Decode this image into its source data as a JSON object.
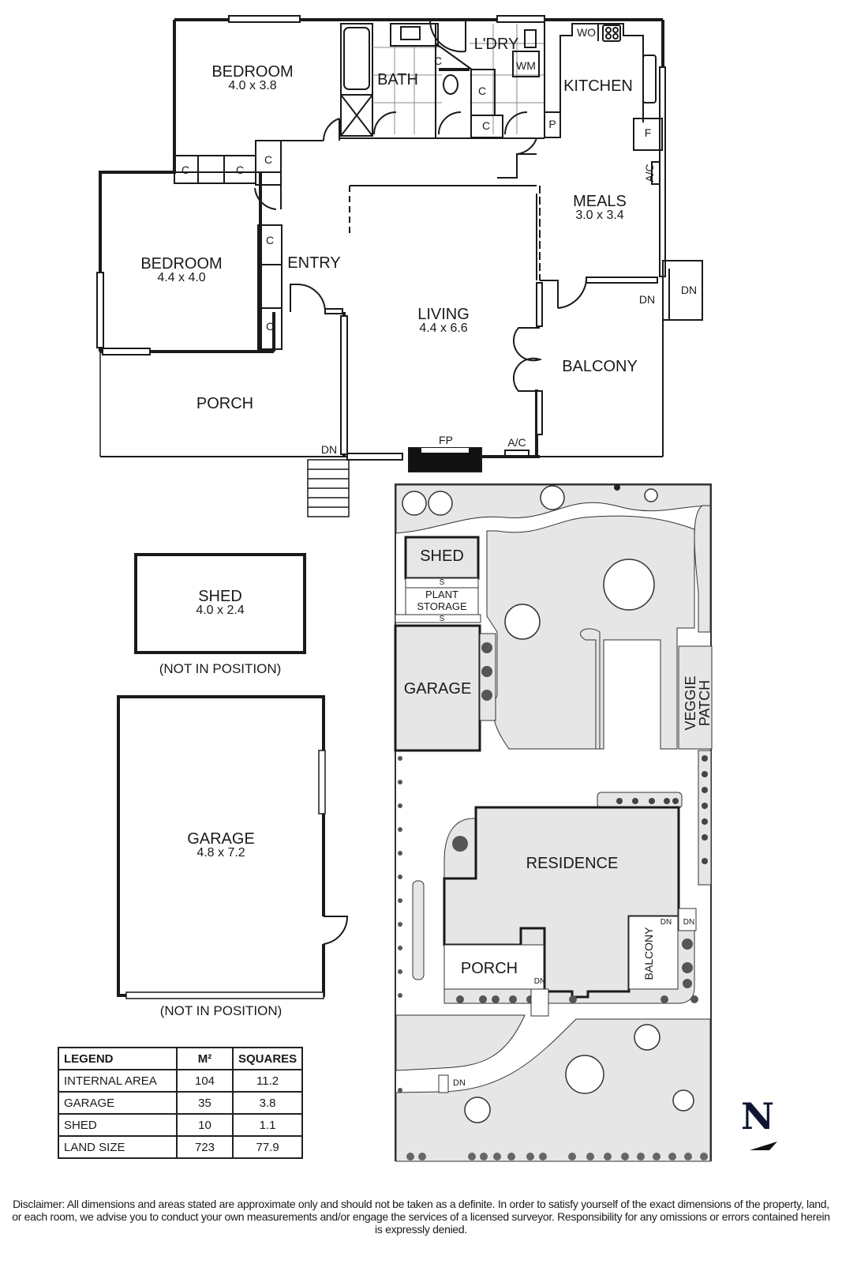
{
  "floor_plan": {
    "rooms": [
      {
        "id": "bedroom1",
        "name": "BEDROOM",
        "dims": "4.0 x 3.8"
      },
      {
        "id": "bedroom2",
        "name": "BEDROOM",
        "dims": "4.4 x 4.0"
      },
      {
        "id": "bath",
        "name": "BATH"
      },
      {
        "id": "laundry",
        "name": "L'DRY"
      },
      {
        "id": "kitchen",
        "name": "KITCHEN"
      },
      {
        "id": "meals",
        "name": "MEALS",
        "dims": "3.0 x 3.4"
      },
      {
        "id": "entry",
        "name": "ENTRY"
      },
      {
        "id": "living",
        "name": "LIVING",
        "dims": "4.4 x 6.6"
      },
      {
        "id": "balcony",
        "name": "BALCONY"
      },
      {
        "id": "porch",
        "name": "PORCH"
      }
    ],
    "fixtures": {
      "cupboard": "C",
      "wall_oven": "WO",
      "washing_machine": "WM",
      "pantry": "P",
      "fridge": "F",
      "air_con": "A/C",
      "fireplace": "FP",
      "down": "DN"
    }
  },
  "detached": {
    "shed": {
      "name": "SHED",
      "dims": "4.0 x 2.4",
      "note": "(NOT IN POSITION)"
    },
    "garage": {
      "name": "GARAGE",
      "dims": "4.8 x 7.2",
      "note": "(NOT IN POSITION)"
    }
  },
  "site_plan": {
    "labels": {
      "shed": "SHED",
      "plant_storage_1": "PLANT",
      "plant_storage_2": "STORAGE",
      "step": "S",
      "garage": "GARAGE",
      "veggie_patch": "VEGGIE PATCH",
      "residence": "RESIDENCE",
      "porch": "PORCH",
      "balcony": "BALCONY",
      "down": "DN"
    }
  },
  "legend": {
    "headers": [
      "LEGEND",
      "M²",
      "SQUARES"
    ],
    "rows": [
      [
        "INTERNAL AREA",
        "104",
        "11.2"
      ],
      [
        "GARAGE",
        "35",
        "3.8"
      ],
      [
        "SHED",
        "10",
        "1.1"
      ],
      [
        "LAND SIZE",
        "723",
        "77.9"
      ]
    ]
  },
  "compass": {
    "label": "N"
  },
  "disclaimer": "Disclaimer: All dimensions and areas stated are approximate only and should not be taken as a definite. In order to satisfy yourself of the exact dimensions of the property, land, or each room, we advise you to conduct your own measurements and/or engage the services of a licensed surveyor. Responsibility for any omissions or errors contained herein is expressly denied."
}
